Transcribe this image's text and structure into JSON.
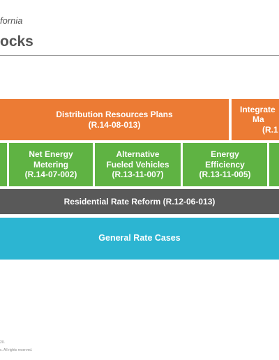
{
  "header": {
    "subtitle": "fornia",
    "title": "ocks"
  },
  "blocks": {
    "distribution_resources": {
      "name": "Distribution Resources Plans",
      "code": "(R.14-08-013)"
    },
    "integrated": {
      "line1": "Integrate",
      "line2": "Ma",
      "line3": "(R.1"
    },
    "net_energy_metering": {
      "line1": "Net Energy",
      "line2": "Metering",
      "code": "(R.14-07-002)"
    },
    "alternative_fueled_vehicles": {
      "line1": "Alternative",
      "line2": "Fueled Vehicles",
      "code": "(R.13-11-007)"
    },
    "energy_efficiency": {
      "line1": "Energy",
      "line2": "Efficiency",
      "code": "(R.13-11-005)"
    },
    "residential_rate_reform": {
      "label": "Residential Rate Reform (R.12-06-013)"
    },
    "general_rate_cases": {
      "label": "General Rate Cases"
    }
  },
  "footer": {
    "line1": "20.",
    "line2": "c. All rights reserved."
  },
  "colors": {
    "orange": "#ec7b34",
    "green": "#5fb343",
    "gray": "#595959",
    "cyan": "#2cb5d2",
    "title_text": "#555555"
  }
}
